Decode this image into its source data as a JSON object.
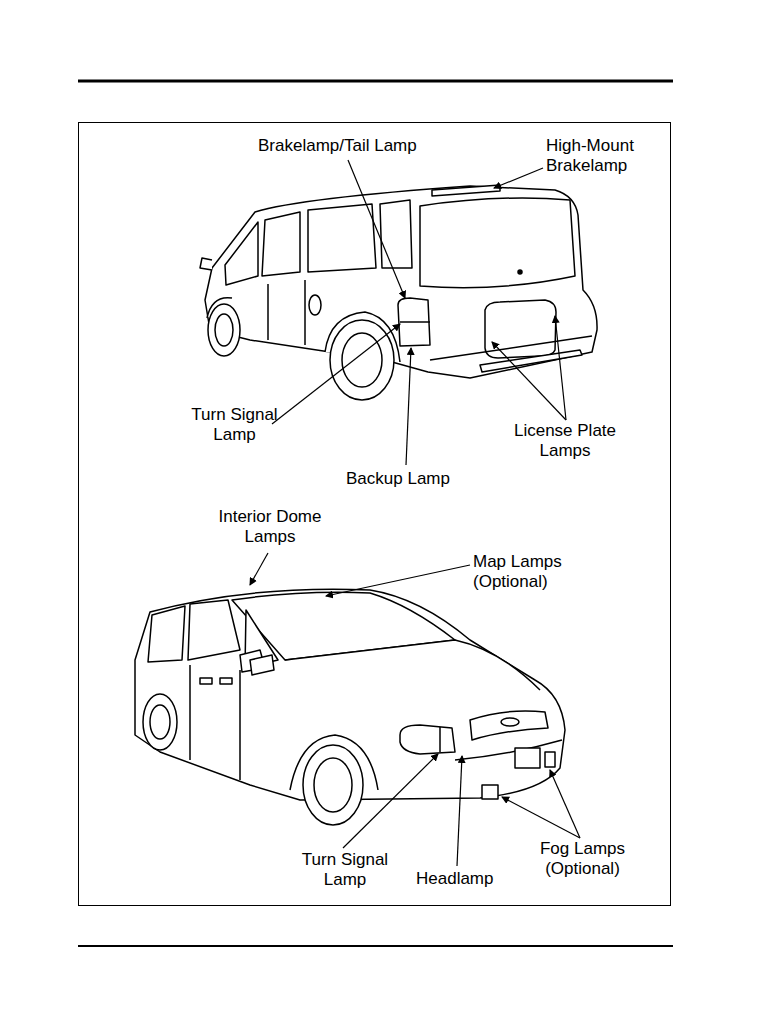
{
  "diagram": {
    "labels": [
      "Brakelamp/Tail Lamp",
      "High-Mount Brakelamp",
      "Turn Signal Lamp",
      "License Plate Lamps",
      "Backup Lamp",
      "Interior Dome Lamps",
      "Map Lamps (Optional)",
      "Turn Signal Lamp",
      "Headlamp",
      "Fog Lamps (Optional)"
    ]
  }
}
